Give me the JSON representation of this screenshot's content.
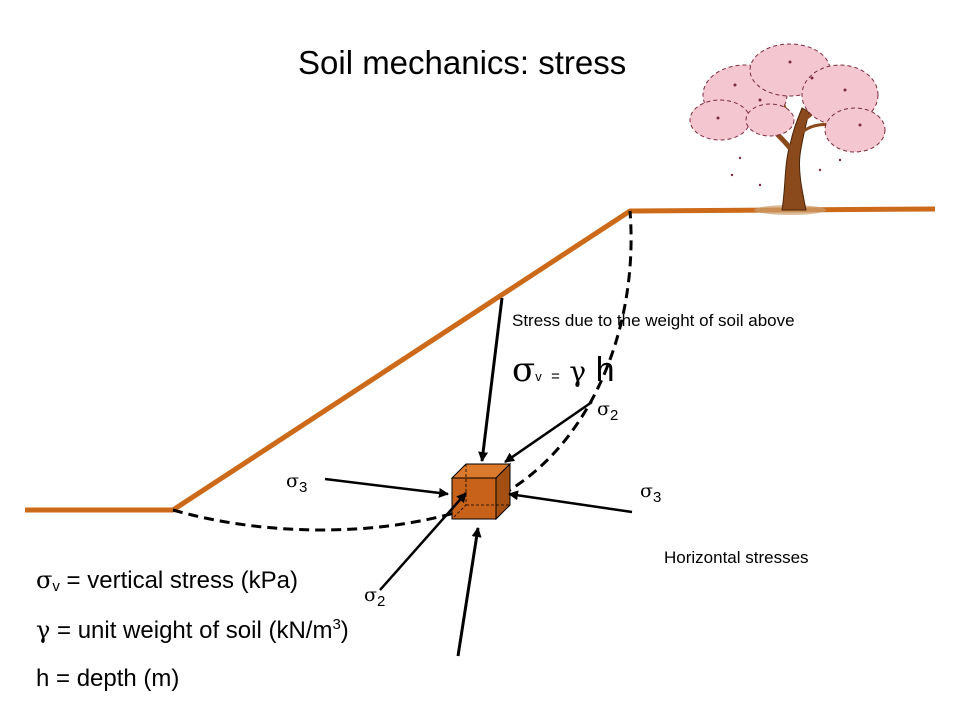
{
  "title": "Soil mechanics: stress",
  "captions": {
    "weight": "Stress due to the weight of soil above",
    "horizontal": "Horizontal stresses"
  },
  "equation": {
    "sigma": "σ",
    "sub": "v",
    "equals": "=",
    "gamma": "γ",
    "h": "h"
  },
  "stress_labels": {
    "sigma2_top": {
      "symbol": "σ",
      "sub": "2"
    },
    "sigma3_left": {
      "symbol": "σ",
      "sub": "3"
    },
    "sigma3_right": {
      "symbol": "σ",
      "sub": "3"
    },
    "sigma2_bottom": {
      "symbol": "σ",
      "sub": "2"
    }
  },
  "legend": {
    "line1": {
      "symbol": "σ",
      "sub": "v",
      "text": " = vertical stress (kPa)"
    },
    "line2": {
      "symbol": "γ",
      "text": " = unit weight of soil (kN/m",
      "sup": "3",
      "tail": ")"
    },
    "line3": {
      "text": "h = depth (m)"
    }
  },
  "colors": {
    "ground": "#cc6a1a",
    "cube": "#c8621a",
    "cube_top": "#db7a2c",
    "cube_side": "#a44f12",
    "arrow": "#000000",
    "blossom": "#f4c6d0",
    "trunk": "#8a4a1c"
  }
}
